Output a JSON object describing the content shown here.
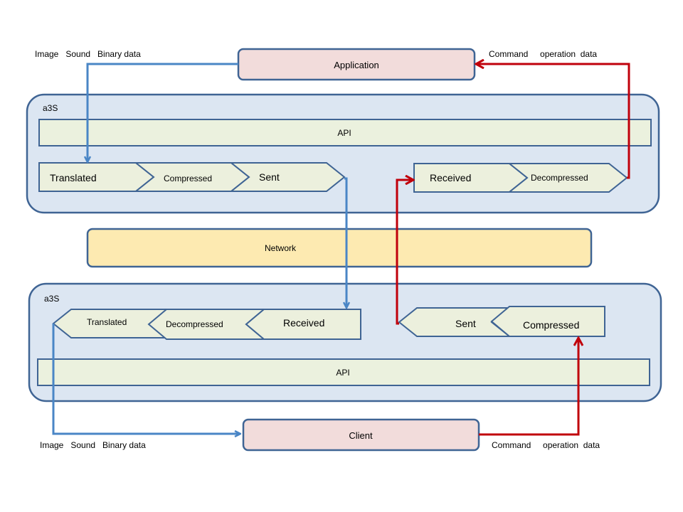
{
  "top": {
    "left_label": "Image   Sound   Binary data",
    "right_label": "Command     operation  data",
    "application": "Application",
    "a3s_label": "a3S",
    "api_label": "API",
    "send_pipeline": [
      "Translated",
      "Compressed",
      "Sent"
    ],
    "receive_pipeline": [
      "Received",
      "Decompressed"
    ]
  },
  "network": {
    "label": "Network"
  },
  "bottom": {
    "a3s_label": "a3S",
    "api_label": "API",
    "receive_pipeline": [
      "Translated",
      "Decompressed",
      "Received"
    ],
    "send_pipeline": [
      "Sent",
      "Compressed"
    ],
    "client": "Client",
    "left_label": "Image   Sound   Binary data",
    "right_label": "Command     operation  data"
  },
  "colors": {
    "box_pink": "#f2dcdb",
    "panel_blue": "#dce6f2",
    "border_blue": "#3f6494",
    "api_green": "#ebf1de",
    "chevron_fill": "#ecf0dd",
    "network_yellow": "#fdeab1",
    "arrow_blue": "#4a86c6",
    "arrow_red": "#c0000b"
  }
}
